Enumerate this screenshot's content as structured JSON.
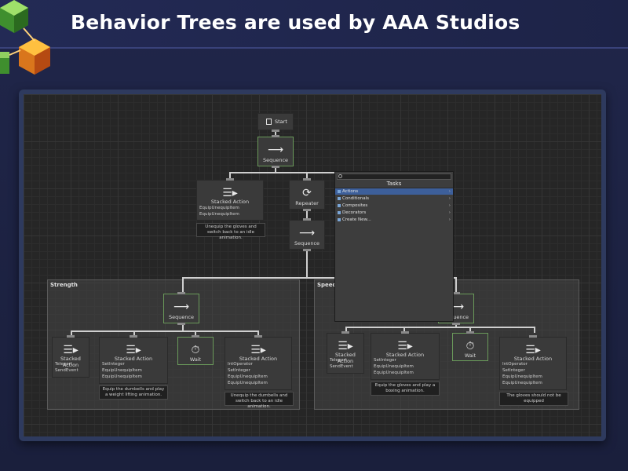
{
  "slide": {
    "title": "Behavior Trees are used by AAA Studios"
  },
  "colors": {
    "background": "#1b2040",
    "canvas": "#262626",
    "node": "#3a3a3a",
    "selection": "#3d5f9a"
  },
  "nodes": {
    "start": {
      "label": "Start"
    },
    "root_sequence": {
      "label": "Sequence"
    },
    "stacked_unequip": {
      "label": "Stacked Action",
      "lines": [
        "EquipUnequipItem",
        "EquipUnequipItem"
      ]
    },
    "repeater": {
      "label": "Repeater"
    },
    "repeater_sequence": {
      "label": "Sequence"
    }
  },
  "comments": {
    "unequip": "Unequip the gloves and switch back to an idle animation."
  },
  "groups": {
    "strength": {
      "title": "Strength",
      "sequence": "Sequence",
      "a1": {
        "label": "Stacked Action",
        "lines": [
          "Teleport",
          "SendEvent"
        ]
      },
      "a2": {
        "label": "Stacked Action",
        "lines": [
          "SetInteger",
          "EquipUnequipItem",
          "EquipUnequipItem"
        ]
      },
      "wait": "Wait",
      "a3": {
        "label": "Stacked Action",
        "lines": [
          "IntOperator",
          "SetInteger",
          "EquipUnequipItem",
          "EquipUnequipItem"
        ]
      },
      "comment_a2": "Equip the dumbells and play a weight lifting animation.",
      "comment_a3": "Unequip the dumbells and switch back to an idle animation."
    },
    "speed": {
      "title": "Speed",
      "sequence": "Sequence",
      "a1": {
        "label": "Stacked Action",
        "lines": [
          "Teleport",
          "SendEvent"
        ]
      },
      "a2": {
        "label": "Stacked Action",
        "lines": [
          "SetInteger",
          "EquipUnequipItem",
          "EquipUnequipItem"
        ]
      },
      "wait": "Wait",
      "a3": {
        "label": "Stacked Action",
        "lines": [
          "IntOperator",
          "SetInteger",
          "EquipUnequipItem",
          "EquipUnequipItem"
        ]
      },
      "comment_a2": "Equip the gloves and play a boxing animation.",
      "comment_a3": "The gloves should not be equipped"
    }
  },
  "tasks_popup": {
    "title": "Tasks",
    "items": [
      {
        "label": "Actions",
        "selected": true
      },
      {
        "label": "Conditionals",
        "selected": false
      },
      {
        "label": "Composites",
        "selected": false
      },
      {
        "label": "Decorators",
        "selected": false
      },
      {
        "label": "Create New...",
        "selected": false
      }
    ]
  }
}
